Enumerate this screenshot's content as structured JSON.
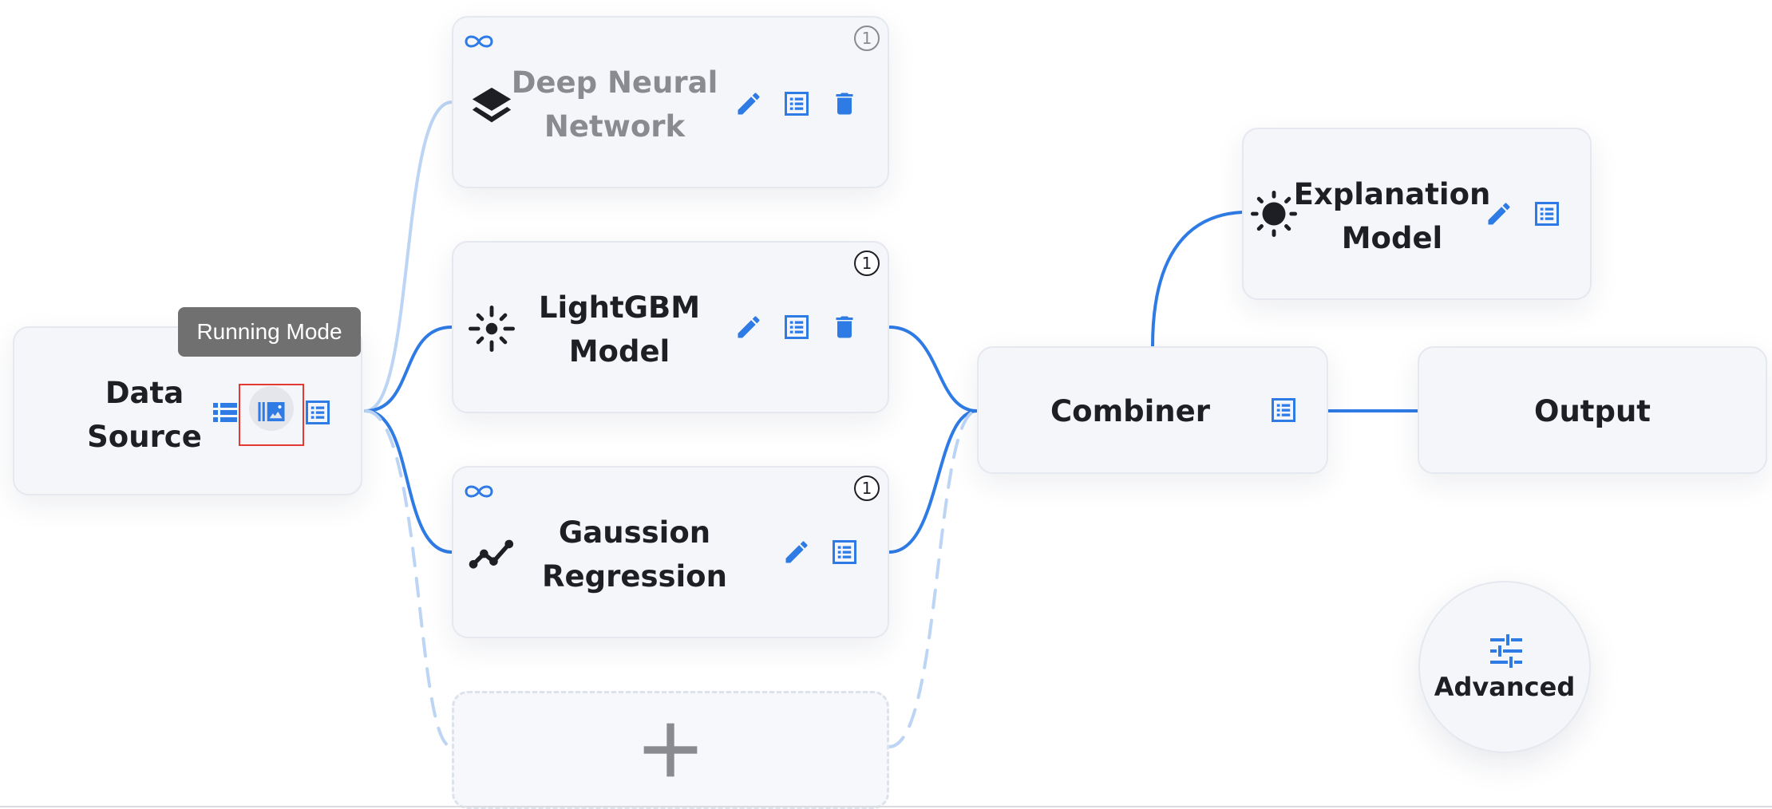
{
  "colors": {
    "accent": "#2f7be5",
    "edge_light": "#bcd5f5",
    "title": "#1e1f24",
    "muted_title": "#8a8b90",
    "highlight": "#e53935"
  },
  "tooltip": {
    "text": "Running Mode"
  },
  "nodes": {
    "data_source": {
      "title_line1": "Data",
      "title_line2": "Source",
      "icons": [
        "list-view-icon",
        "image-view-icon",
        "details-icon"
      ]
    },
    "deep_neural_network": {
      "title_line1": "Deep Neural",
      "title_line2": "Network",
      "badge": "1",
      "icon": "layers-icon",
      "status": "disabled",
      "actions": [
        "edit-icon",
        "details-icon",
        "delete-icon"
      ]
    },
    "lightgbm": {
      "title_line1": "LightGBM",
      "title_line2": "Model",
      "badge": "1",
      "icon": "spark-icon",
      "actions": [
        "edit-icon",
        "details-icon",
        "delete-icon"
      ]
    },
    "gaussian_regression": {
      "title_line1": "Gaussion",
      "title_line2": "Regression",
      "badge": "1",
      "icon": "line-chart-icon",
      "actions": [
        "edit-icon",
        "details-icon"
      ]
    },
    "combiner": {
      "title": "Combiner",
      "actions": [
        "details-icon"
      ]
    },
    "explanation_model": {
      "title_line1": "Explanation",
      "title_line2": "Model",
      "icon": "sun-icon",
      "actions": [
        "edit-icon",
        "details-icon"
      ]
    },
    "output": {
      "title": "Output"
    }
  },
  "add_model": {
    "icon": "plus-icon"
  },
  "advanced": {
    "label": "Advanced",
    "icon": "sliders-icon"
  }
}
